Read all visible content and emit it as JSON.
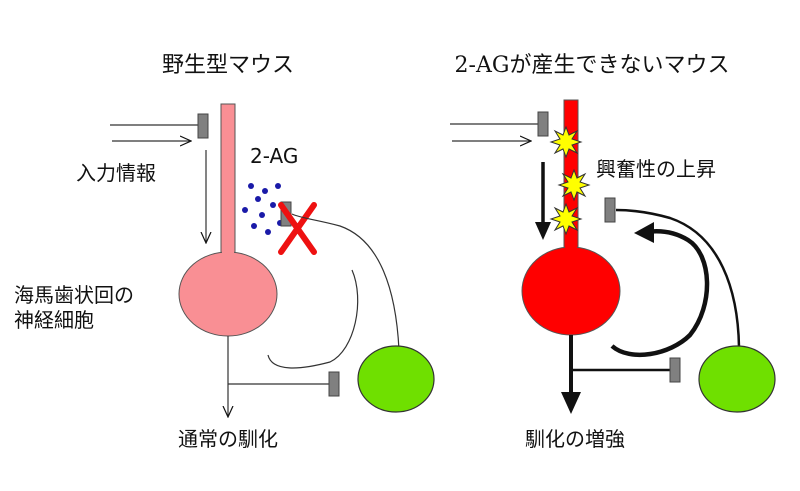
{
  "left_panel": {
    "title": "野生型マウス",
    "input_label": "入力情報",
    "messenger_label": "2-AG",
    "neuron_label_line1": "海馬歯状回の",
    "neuron_label_line2": "神経細胞",
    "output_label": "通常の馴化",
    "colors": {
      "neuron": "#f98f94",
      "interneuron": "#6fe000",
      "messenger_dots": "#1a1aa8",
      "block_cross": "#ee1111",
      "synapse": "#808080"
    }
  },
  "right_panel": {
    "title": "2-AGが産生できないマウス",
    "excitation_label": "興奮性の上昇",
    "output_label": "馴化の増強",
    "colors": {
      "neuron": "#ff0000",
      "interneuron": "#6fe000",
      "spark": "#ffff00",
      "synapse": "#808080"
    }
  }
}
